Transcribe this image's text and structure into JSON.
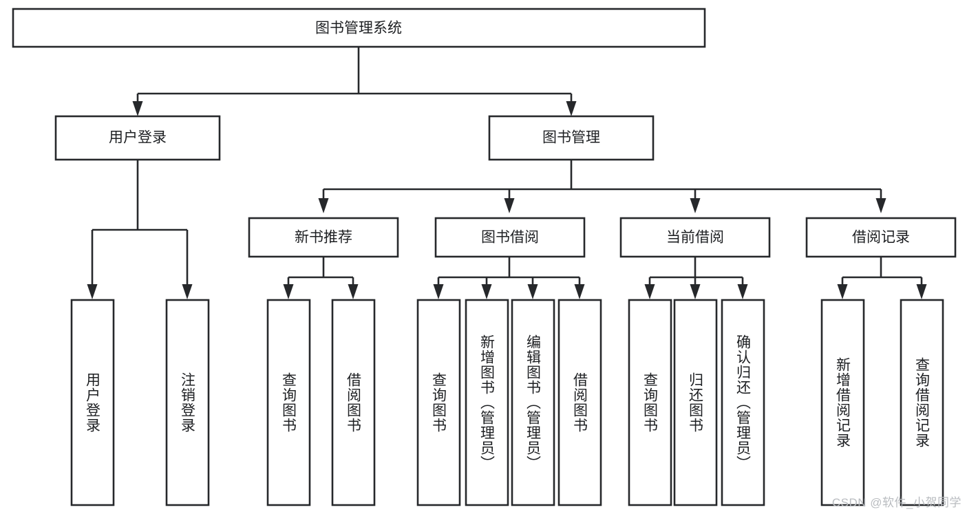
{
  "diagram": {
    "type": "tree-hierarchy",
    "title": "图书管理系统",
    "root": {
      "id": "root",
      "label": "图书管理系统"
    },
    "level1": [
      {
        "id": "user-login",
        "label": "用户登录"
      },
      {
        "id": "book-manage",
        "label": "图书管理"
      }
    ],
    "level2": [
      {
        "id": "new-book-recommend",
        "label": "新书推荐",
        "parent": "book-manage"
      },
      {
        "id": "book-borrow",
        "label": "图书借阅",
        "parent": "book-manage"
      },
      {
        "id": "current-borrow",
        "label": "当前借阅",
        "parent": "book-manage"
      },
      {
        "id": "borrow-record",
        "label": "借阅记录",
        "parent": "book-manage"
      }
    ],
    "leaves": {
      "user-login": [
        {
          "id": "leaf-user-login",
          "label": "用户登录"
        },
        {
          "id": "leaf-logout-login",
          "label": "注销登录"
        }
      ],
      "new-book-recommend": [
        {
          "id": "leaf-query-book-1",
          "label": "查询图书"
        },
        {
          "id": "leaf-borrow-book-1",
          "label": "借阅图书"
        }
      ],
      "book-borrow": [
        {
          "id": "leaf-query-book-2",
          "label": "查询图书"
        },
        {
          "id": "leaf-add-book",
          "label": "新增图书（管理员）"
        },
        {
          "id": "leaf-edit-book",
          "label": "编辑图书（管理员）"
        },
        {
          "id": "leaf-borrow-book-2",
          "label": "借阅图书"
        }
      ],
      "current-borrow": [
        {
          "id": "leaf-query-book-3",
          "label": "查询图书"
        },
        {
          "id": "leaf-return-book",
          "label": "归还图书"
        },
        {
          "id": "leaf-confirm-return",
          "label": "确认归还（管理员）"
        }
      ],
      "borrow-record": [
        {
          "id": "leaf-add-record",
          "label": "新增借阅记录"
        },
        {
          "id": "leaf-query-record",
          "label": "查询借阅记录"
        }
      ]
    },
    "colors": {
      "stroke": "#26282b",
      "fill": "#ffffff",
      "text": "#1d1f22",
      "watermark": "#b9bcc0"
    }
  },
  "watermark": {
    "text": "CSDN @软件_小贺同学"
  }
}
